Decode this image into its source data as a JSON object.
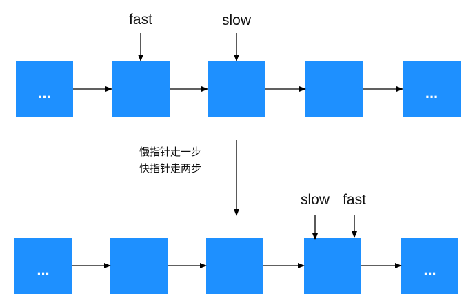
{
  "colors": {
    "node_fill": "#1E90FF",
    "arrow": "#000000",
    "text": "#111111",
    "node_text": "#FFFFFF"
  },
  "top_row": {
    "nodes": [
      "...",
      "",
      "",
      "",
      "..."
    ],
    "pointers": [
      {
        "label": "fast",
        "node_index": 1
      },
      {
        "label": "slow",
        "node_index": 2
      }
    ]
  },
  "transition": {
    "lines": [
      "慢指针走一步",
      "快指针走两步"
    ]
  },
  "bottom_row": {
    "nodes": [
      "...",
      "",
      "",
      "",
      "..."
    ],
    "pointers": [
      {
        "label": "slow",
        "node_index": 3
      },
      {
        "label": "fast",
        "node_index": 3
      }
    ]
  }
}
